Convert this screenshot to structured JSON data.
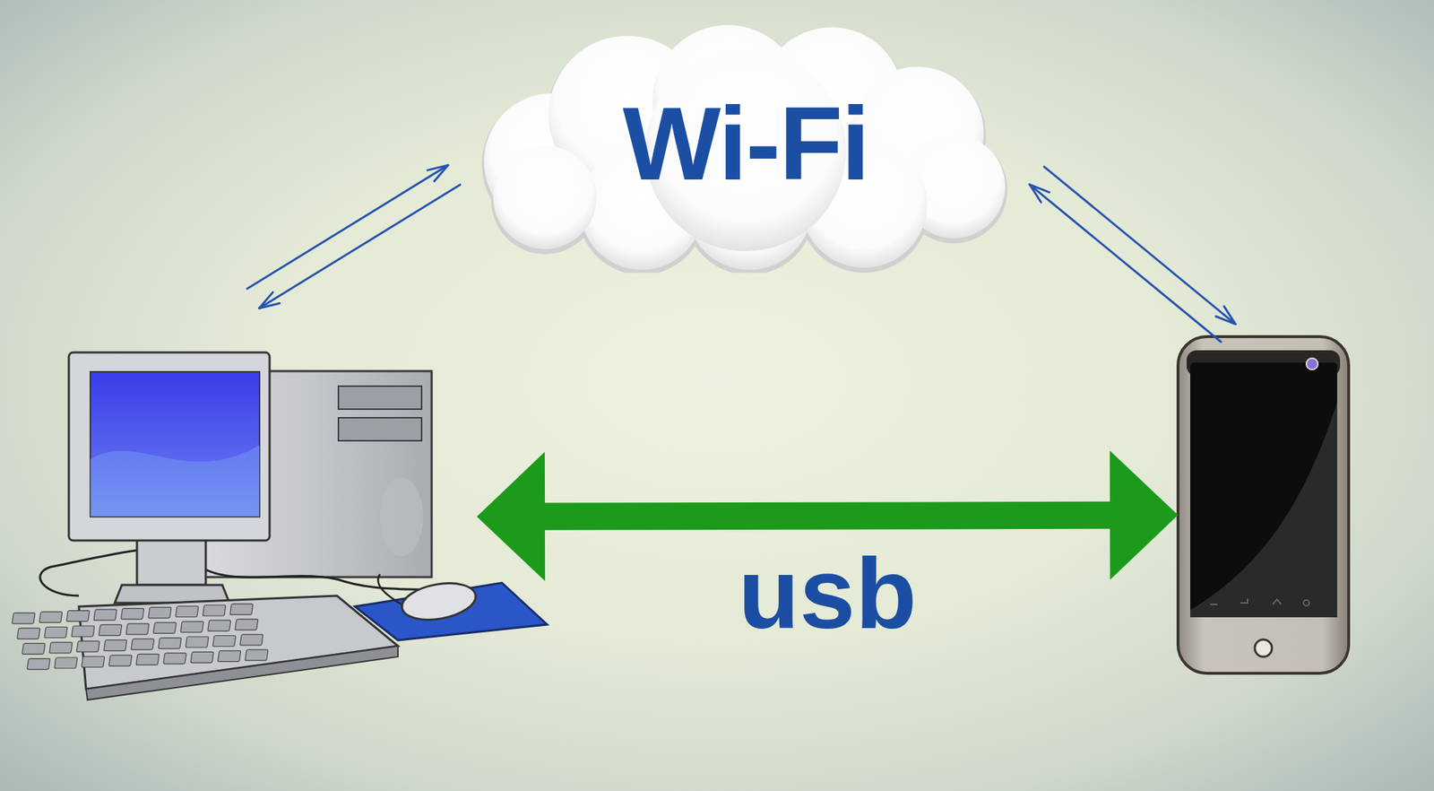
{
  "diagram": {
    "nodes": [
      {
        "text": [
          "Wi-Fi"
        ]
      },
      {},
      {}
    ],
    "edges": [
      {
        "from": 1,
        "to": 0,
        "arrow": "both"
      },
      {
        "from": 0,
        "to": 2,
        "arrow": "both"
      },
      {
        "from": 1,
        "to": 2,
        "label": "usb",
        "arrow": "both"
      }
    ]
  }
}
